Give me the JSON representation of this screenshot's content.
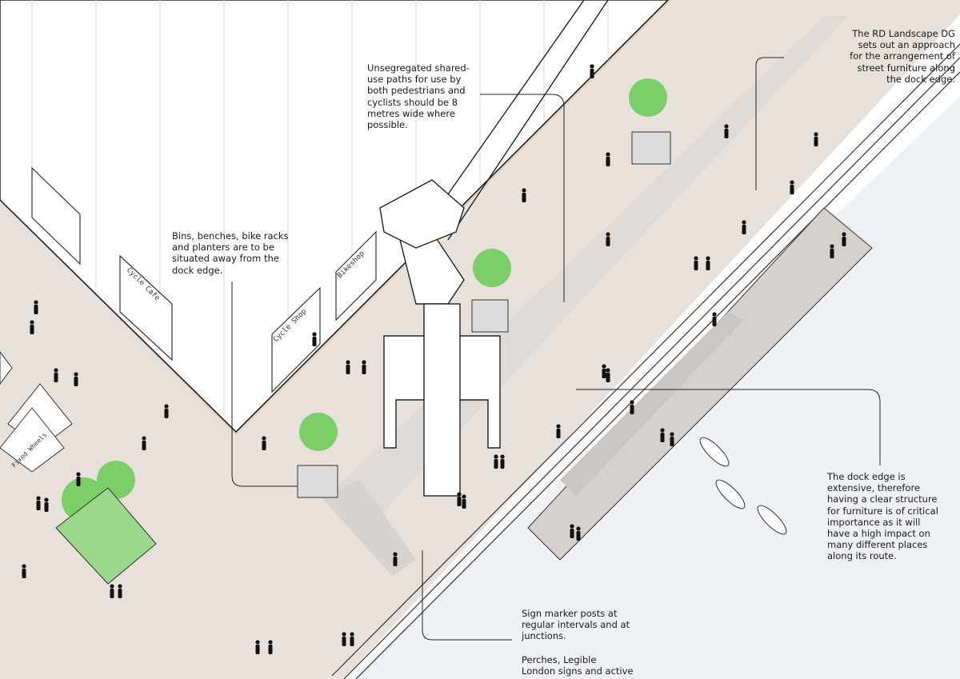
{
  "colors": {
    "paving": "#e8e0da",
    "path_strip": "#ddd8d4",
    "pontoon": "#d6d1cc",
    "water": "#eef1f5",
    "building": "#ffffff",
    "line": "#222222",
    "tree_green": "#7ccf68",
    "figure": "#111111"
  },
  "annotations": [
    {
      "id": "shared-use-paths",
      "text": "Unsegregated shared-\nuse paths for use by\nboth pedestrians and\ncyclists should be 8\nmetres wide where\npossible."
    },
    {
      "id": "landscape-dg",
      "text": "The RD Landscape DG\nsets out an approach\nfor the arrangement of\nstreet furniture along\nthe dock edge."
    },
    {
      "id": "bins-benches",
      "text": "Bins, benches, bike racks\nand planters are to be\nsituated away from the\ndock edge."
    },
    {
      "id": "dock-edge-structure",
      "text": "The dock edge is\nextensive, therefore\nhaving a clear structure\nfor furniture is of critical\nimportance as it will\nhave a high impact on\nmany different places\nalong its route."
    },
    {
      "id": "sign-marker-posts",
      "text": "Sign marker posts at\nregular intervals and at\njunctions."
    },
    {
      "id": "perches",
      "text": "Perches, Legible\nLondon signs and active"
    }
  ],
  "signage": {
    "cycle_cafe": "Cycle Cafe",
    "cycle_shop": "Cycle Shop",
    "fixed_shop": "Bikeshop",
    "market": "Fixed Wheels"
  },
  "icons": [
    "crane-icon",
    "tree-icon",
    "person-icon",
    "cyclist-icon",
    "kayak-icon",
    "market-stall-icon",
    "bollard-icon"
  ]
}
